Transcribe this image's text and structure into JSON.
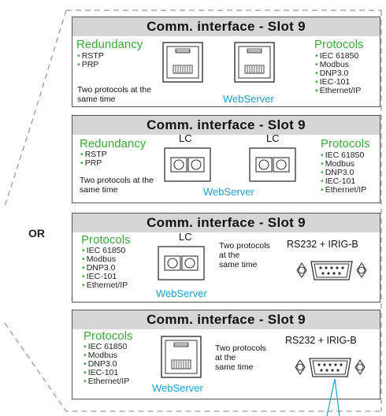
{
  "or_label": "OR",
  "cards": [
    {
      "title": "Comm. interface - Slot 9",
      "left_heading": "Redundancy",
      "left_items": [
        "RSTP",
        "PRP"
      ],
      "note": "Two protocols at the same time",
      "webserver": "WebServer",
      "right_heading": "Protocols",
      "right_items": [
        "IEC 61850",
        "Modbus",
        "DNP3.0",
        "IEC-101",
        "Ethernet/IP"
      ]
    },
    {
      "title": "Comm. interface - Slot 9",
      "left_heading": "Redundancy",
      "left_items": [
        "RSTP",
        "PRP"
      ],
      "note": "Two protocols at the same time",
      "connector_a": "LC",
      "connector_b": "LC",
      "webserver": "WebServer",
      "right_heading": "Protocols",
      "right_items": [
        "IEC 61850",
        "Modbus",
        "DNP3.0",
        "IEC-101",
        "Ethernet/IP"
      ]
    },
    {
      "title": "Comm. interface - Slot 9",
      "left_heading": "Protocols",
      "left_items": [
        "IEC 61850",
        "Modbus",
        "DNP3.0",
        "IEC-101",
        "Ethernet/IP"
      ],
      "connector": "LC",
      "note_lines": [
        "Two protocols",
        "at the",
        "same time"
      ],
      "serial": "RS232 + IRIG-B",
      "webserver": "WebServer"
    },
    {
      "title": "Comm. interface - Slot 9",
      "left_heading": "Protocols",
      "left_items": [
        "IEC 61850",
        "Modbus",
        "DNP3.0",
        "IEC-101",
        "Ethernet/IP"
      ],
      "note_lines": [
        "Two protocols",
        "at the",
        "same time"
      ],
      "serial": "RS232 + IRIG-B",
      "webserver": "WebServer"
    }
  ],
  "colors": {
    "green": "#3aa935",
    "blue": "#1aa0d8",
    "title_bg": "#d6d6d6"
  }
}
